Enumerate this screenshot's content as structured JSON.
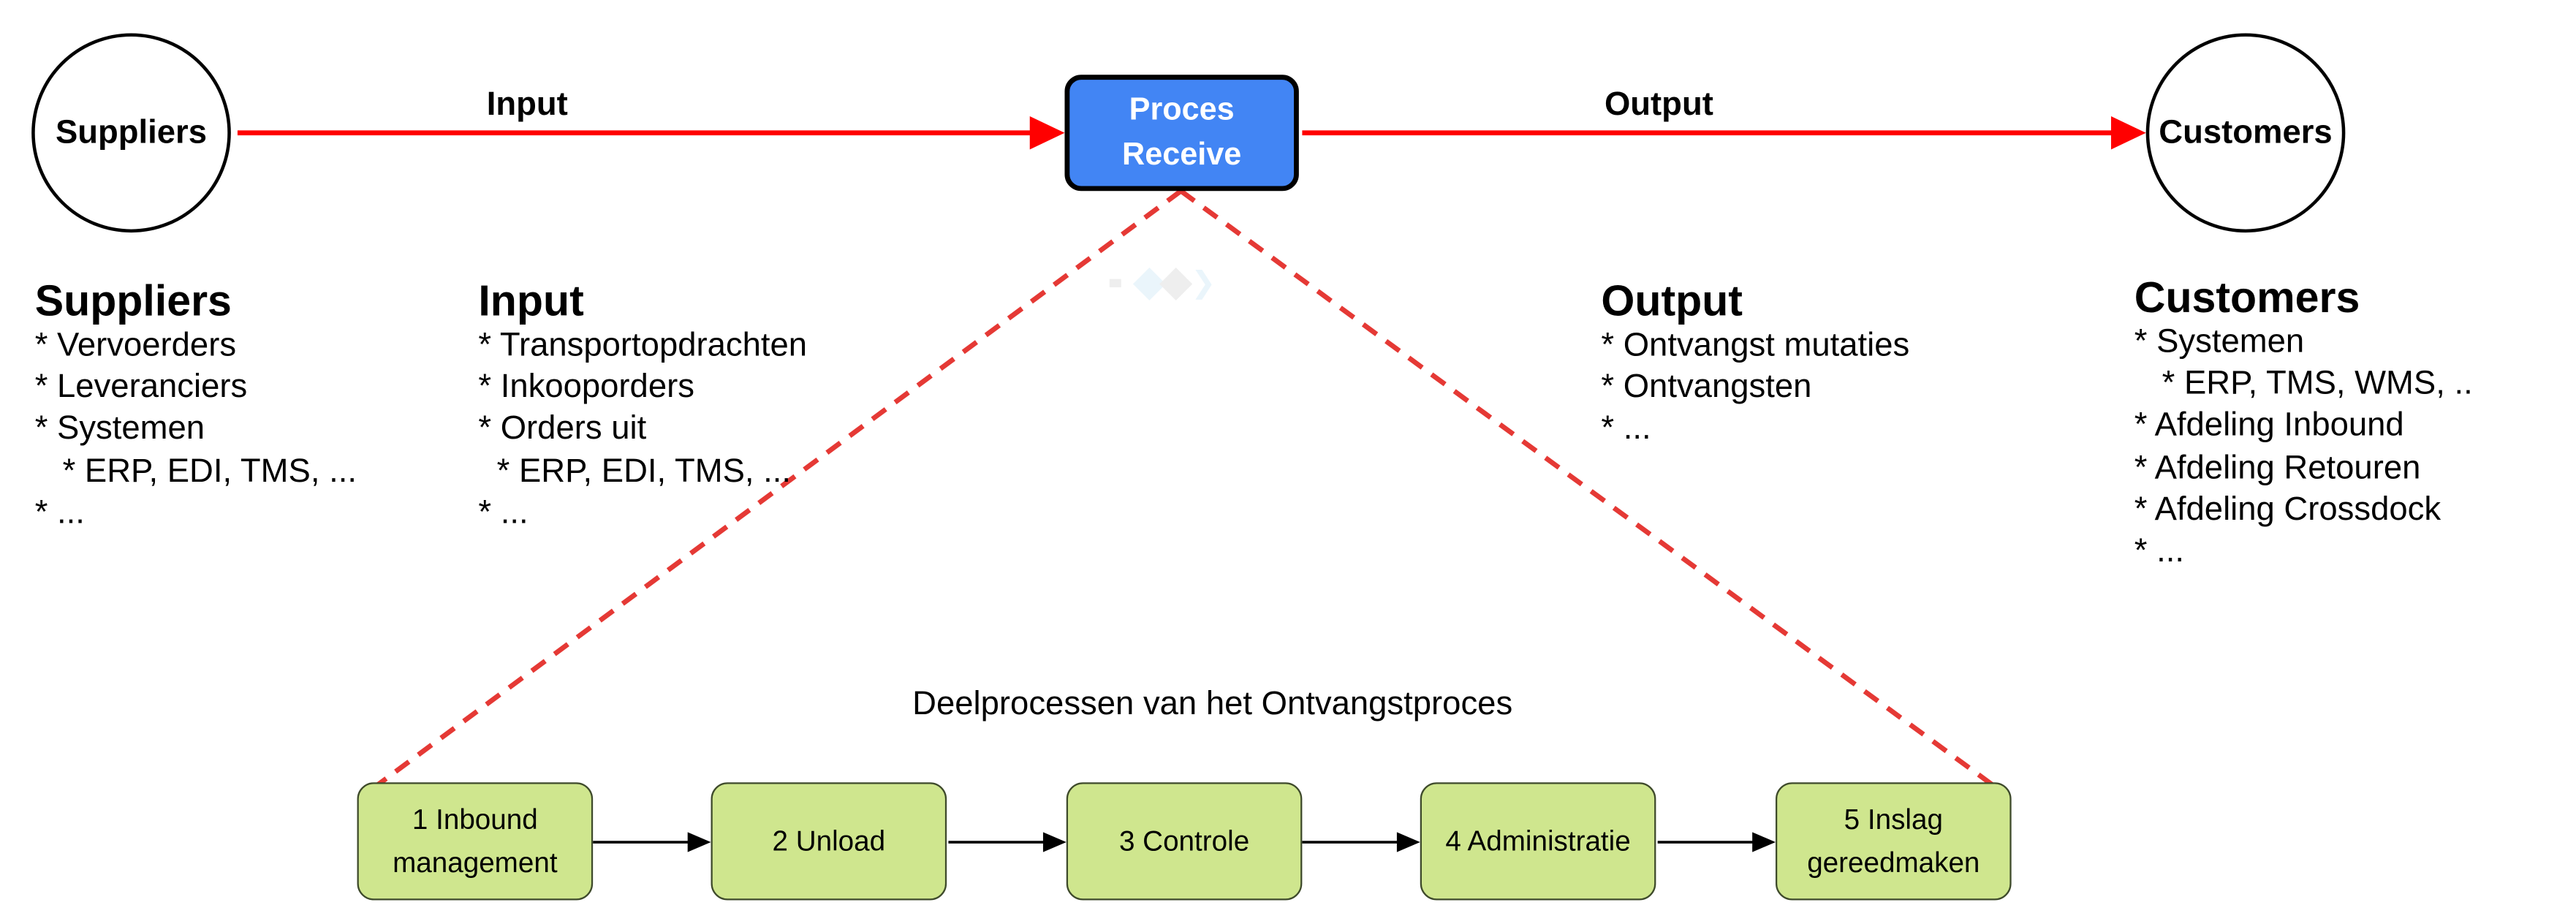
{
  "nodes": {
    "suppliers": "Suppliers",
    "customers": "Customers",
    "proces_line1": "Proces",
    "proces_line2": "Receive"
  },
  "flow": {
    "input_label": "Input",
    "output_label": "Output"
  },
  "blocks": {
    "suppliers": {
      "heading": "Suppliers",
      "items": [
        "* Vervoerders",
        "* Leveranciers",
        "* Systemen",
        "   * ERP, EDI, TMS, ...",
        "* ..."
      ]
    },
    "input": {
      "heading": "Input",
      "items": [
        "* Transportopdrachten",
        "* Inkooporders",
        "* Orders uit",
        "  * ERP, EDI, TMS, ...",
        "* ..."
      ]
    },
    "output": {
      "heading": "Output",
      "items": [
        "* Ontvangst mutaties",
        "* Ontvangsten",
        "* ..."
      ]
    },
    "customers": {
      "heading": "Customers",
      "items": [
        "* Systemen",
        "   * ERP, TMS, WMS, ..",
        "* Afdeling Inbound",
        "* Afdeling Retouren",
        "* Afdeling Crossdock",
        "* ..."
      ]
    }
  },
  "subprocess": {
    "caption": "Deelprocessen van het Ontvangstproces",
    "steps": [
      {
        "line1": "1 Inbound",
        "line2": "management"
      },
      {
        "line1": "2 Unload",
        "line2": ""
      },
      {
        "line1": "3 Controle",
        "line2": ""
      },
      {
        "line1": "4 Administratie",
        "line2": ""
      },
      {
        "line1": "5 Inslag",
        "line2": "gereedmaken"
      }
    ]
  },
  "colors": {
    "flow_arrow": "#ff0000",
    "proces_fill": "#4285f4",
    "step_fill": "#cfe68e",
    "dashed_lines": "#e53935"
  }
}
